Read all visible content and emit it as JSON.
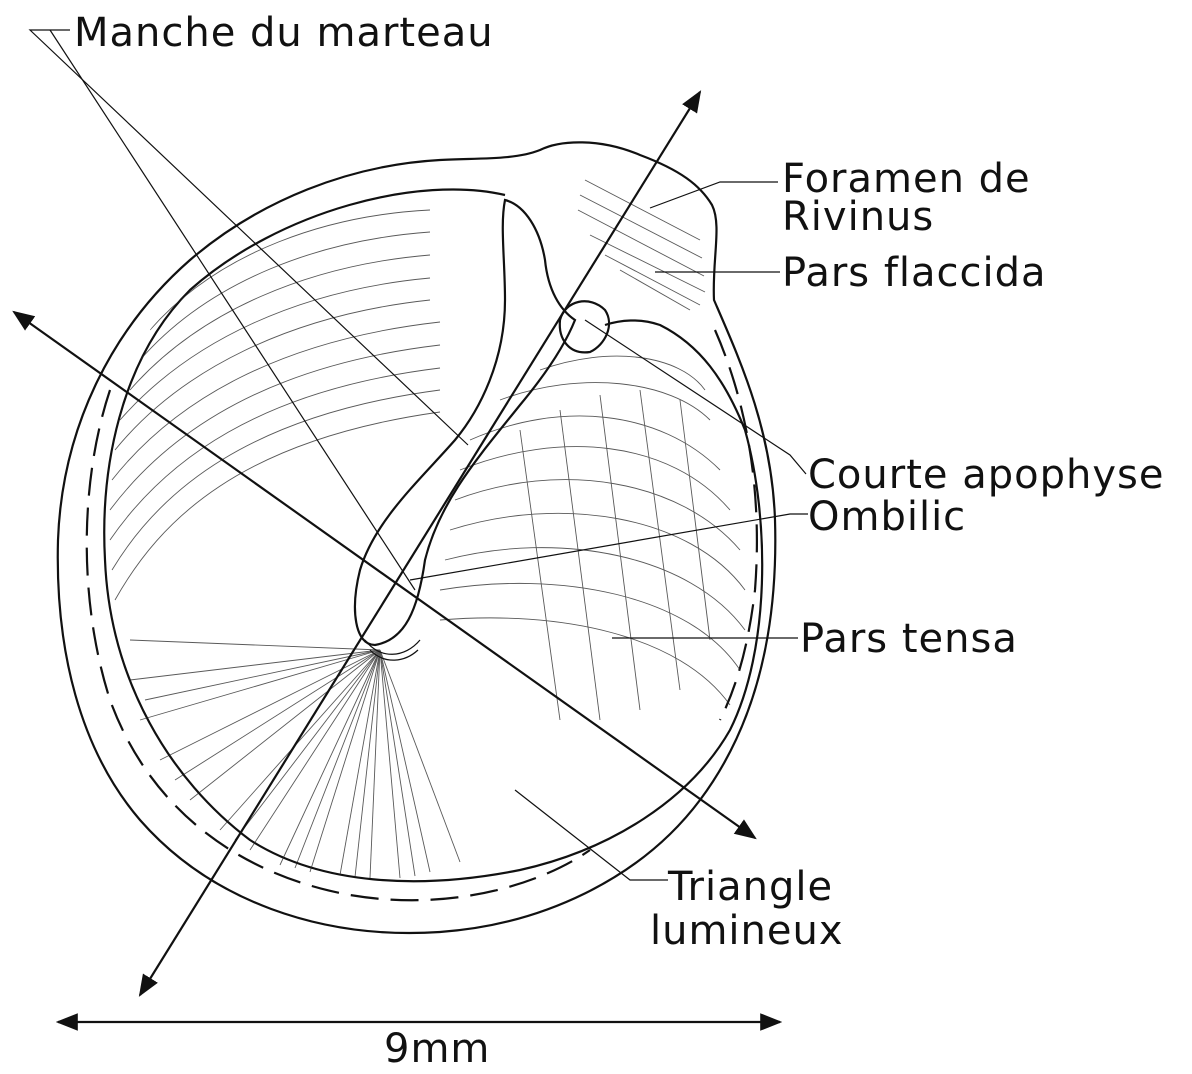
{
  "labels": {
    "malleus_handle": "Manche du marteau",
    "rivinus_line1": "Foramen de",
    "rivinus_line2": "Rivinus",
    "pars_flaccida": "Pars flaccida",
    "short_process": "Courte apophyse",
    "umbo": "Ombilic",
    "pars_tensa": "Pars tensa",
    "cone_line1": "Triangle",
    "cone_line2": "lumineux",
    "scale": "9mm"
  },
  "colors": {
    "ink": "#111111",
    "paper": "#ffffff"
  }
}
